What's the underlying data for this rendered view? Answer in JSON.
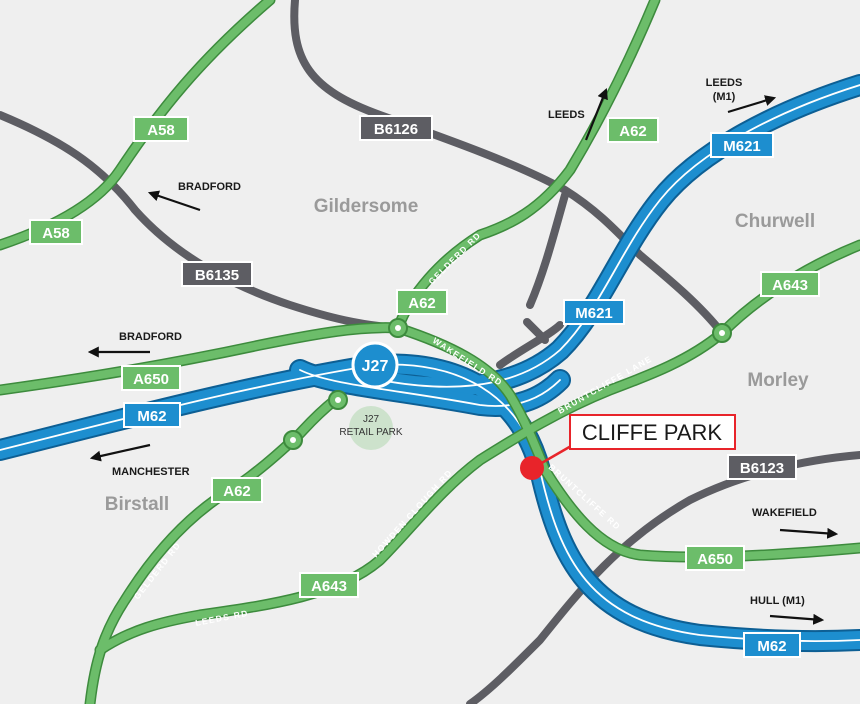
{
  "colors": {
    "background": "#efefef",
    "a_road": "#6cbd6a",
    "a_road_edge": "#3d8b3d",
    "motorway": "#1d8ecf",
    "motorway_edge": "#0d5f94",
    "b_road": "#5d5d63",
    "marker": "#e8242a"
  },
  "places": {
    "gildersome": "Gildersome",
    "churwell": "Churwell",
    "morley": "Morley",
    "birstall": "Birstall"
  },
  "shields": {
    "a58_top": "A58",
    "a58_left": "A58",
    "b6126": "B6126",
    "b6135": "B6135",
    "a62_top": "A62",
    "a62_center": "A62",
    "a62_bottom": "A62",
    "m621_top": "M621",
    "m621_center": "M621",
    "a643_right": "A643",
    "a643_bottom": "A643",
    "a650_left": "A650",
    "a650_right": "A650",
    "m62_left": "M62",
    "m62_right": "M62",
    "b6123": "B6123"
  },
  "junction": {
    "label": "J27",
    "retail": "J27",
    "retail_2": "RETAIL PARK"
  },
  "directions": {
    "bradford_top": "BRADFORD",
    "leeds": "LEEDS",
    "leeds_m1": "LEEDS",
    "leeds_m1_2": "(M1)",
    "bradford_left": "BRADFORD",
    "manchester": "MANCHESTER",
    "wakefield": "WAKEFIELD",
    "hull": "HULL (M1)"
  },
  "road_names": {
    "gelderd_top": "GELDERD RD",
    "wakefield_rd": "WAKEFIELD RD",
    "bruntcliffe_lane": "BRUNTCLIFFE LANE",
    "bruntcliffe_rd": "BRUNTCLIFFE RD",
    "howden_clough": "HOWDEN CLOUGH RD",
    "gelderd_bottom": "GELDERD RD",
    "leeds_rd": "LEEDS RD"
  },
  "marker": {
    "label": "CLIFFE PARK"
  }
}
